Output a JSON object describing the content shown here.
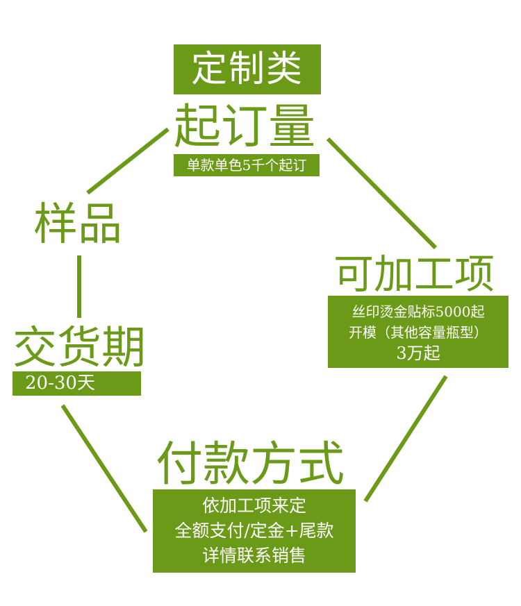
{
  "title": "定制类",
  "nodes": {
    "moq": {
      "heading": "起订量",
      "detail": "单款单色5千个起订"
    },
    "process": {
      "heading": "可加工项",
      "lines": [
        "丝印烫金贴标5000起",
        "开模（其他容量瓶型）",
        "3万起"
      ]
    },
    "payment": {
      "heading": "付款方式",
      "lines": [
        "依加工项来定",
        "全额支付/定金+尾款",
        "详情联系销售"
      ]
    },
    "delivery": {
      "heading": "交货期",
      "detail": "20-30天"
    },
    "sample": {
      "heading": "样品"
    }
  },
  "colors": {
    "accent": "#6a9a17",
    "text_on_accent": "#ffffff",
    "background": "#ffffff"
  }
}
